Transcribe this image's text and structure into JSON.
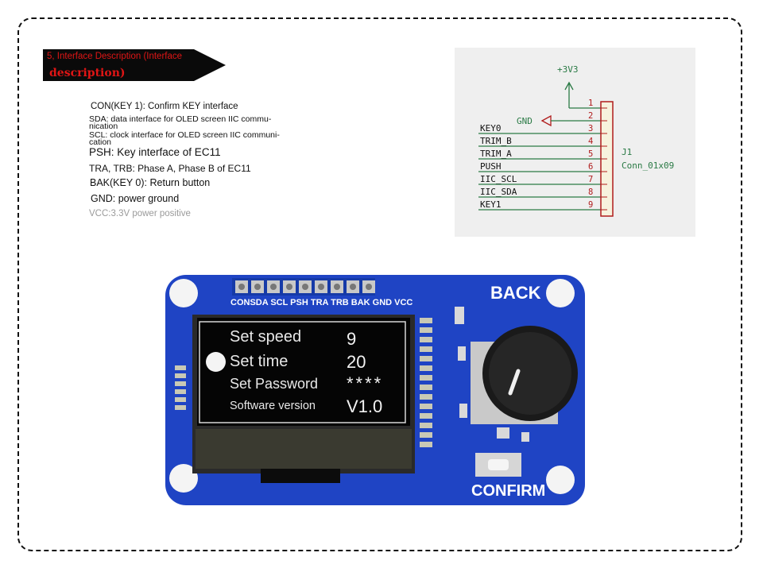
{
  "banner": {
    "line1": "5, Interface Description (Interface",
    "line2": "description)"
  },
  "descriptions": {
    "con": "CON(KEY 1): Confirm KEY interface",
    "sda_1": "SDA: data interface for OLED screen IIC commu-",
    "sda_2": "nication",
    "scl_1": "SCL: clock interface for OLED screen IIC communi-",
    "scl_2": "cation",
    "psh": "PSH: Key interface of EC11",
    "tra": "TRA, TRB: Phase A, Phase B of EC11",
    "bak": "BAK(KEY 0): Return button",
    "gnd": "GND: power ground",
    "vcc": "VCC:3.3V power positive"
  },
  "schematic": {
    "power_label": "+3V3",
    "gnd_label": "GND",
    "ref": "J1",
    "value": "Conn_01x09",
    "pins": [
      {
        "num": "1",
        "label": ""
      },
      {
        "num": "2",
        "label": ""
      },
      {
        "num": "3",
        "label": "KEY0"
      },
      {
        "num": "4",
        "label": "TRIM_B"
      },
      {
        "num": "5",
        "label": "TRIM_A"
      },
      {
        "num": "6",
        "label": "PUSH"
      },
      {
        "num": "7",
        "label": "IIC_SCL"
      },
      {
        "num": "8",
        "label": "IIC_SDA"
      },
      {
        "num": "9",
        "label": "KEY1"
      }
    ],
    "colors": {
      "net": "#2a7a45",
      "part": "#b01c1c"
    }
  },
  "board": {
    "header_pins": "CONSDA SCL PSH TRA TRB BAK GND VCC",
    "back_label": "BACK",
    "confirm_label": "CONFIRM",
    "colors": {
      "pcb": "#1f44c4",
      "knob": "#1a1a1a"
    }
  },
  "oled": {
    "rows": [
      {
        "label": "Set speed",
        "value": "9"
      },
      {
        "label": "Set time",
        "value": "20"
      },
      {
        "label": "Set Password",
        "value": "****"
      },
      {
        "label": "Software version",
        "value": "V1.0"
      }
    ]
  }
}
